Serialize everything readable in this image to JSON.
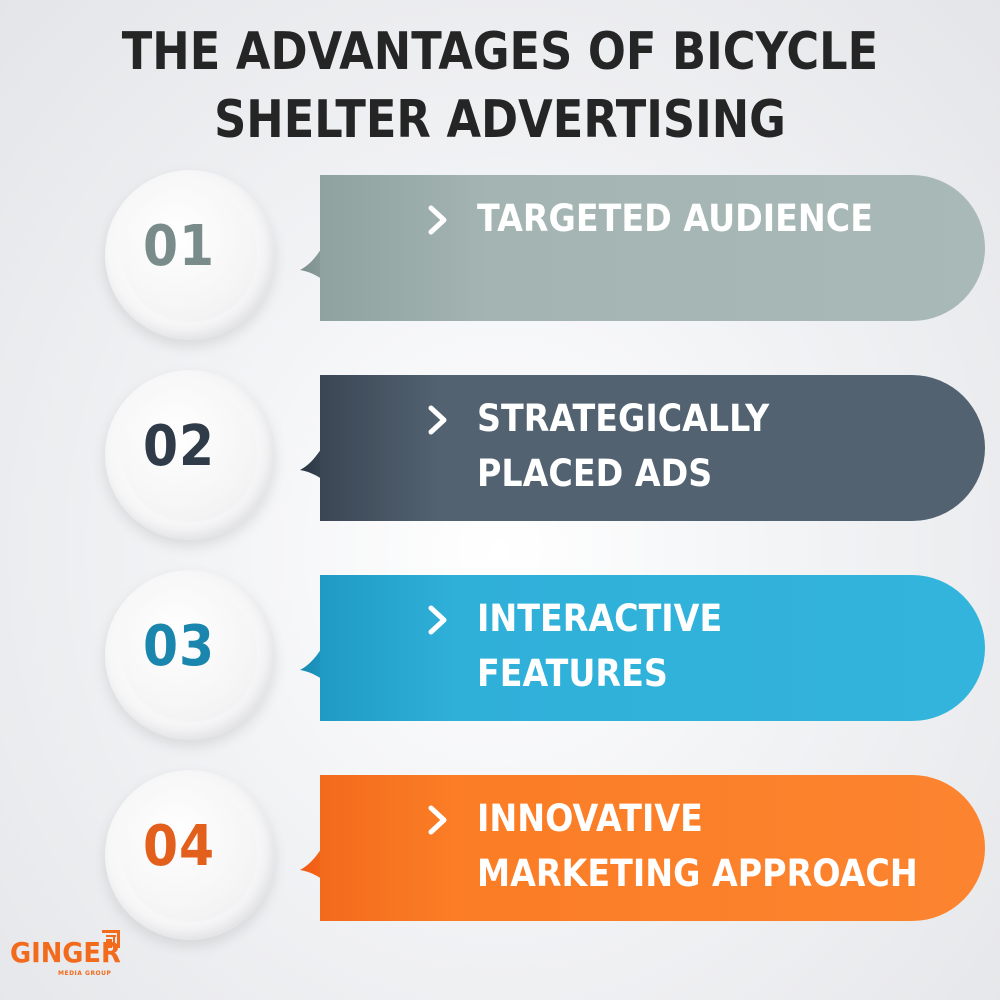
{
  "title": {
    "line1": "THE ADVANTAGES OF BICYCLE",
    "line2": "SHELTER ADVERTISING"
  },
  "items": [
    {
      "number": "01",
      "label_line1": "TARGETED AUDIENCE",
      "label_line2": "",
      "icon": "chevron-right-icon",
      "color": "#a3b4b2",
      "color_dark": "#7d908e",
      "number_color": "#7a8c8a"
    },
    {
      "number": "02",
      "label_line1": "STRATEGICALLY",
      "label_line2": "PLACED ADS",
      "icon": "chevron-right-icon",
      "color": "#526271",
      "color_dark": "#3a4654",
      "number_color": "#2f3b49"
    },
    {
      "number": "03",
      "label_line1": "INTERACTIVE",
      "label_line2": "FEATURES",
      "icon": "chevron-right-icon",
      "color": "#2fb0d9",
      "color_dark": "#1a8fb8",
      "number_color": "#1b86ad"
    },
    {
      "number": "04",
      "label_line1": "INNOVATIVE",
      "label_line2": "MARKETING APPROACH",
      "icon": "chevron-right-icon",
      "color": "#fb7d25",
      "color_dark": "#f0641a",
      "number_color": "#e2601b"
    }
  ],
  "logo": {
    "name": "GINGER",
    "subtitle": "MEDIA GROUP",
    "color": "#f26a1b"
  }
}
